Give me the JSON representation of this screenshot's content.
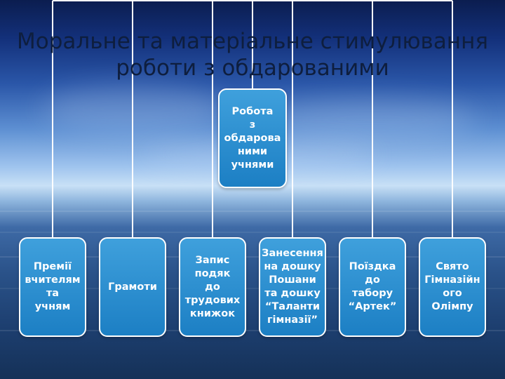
{
  "slide": {
    "title_line1": "Моральне та матеріальне стимулювання",
    "title_line2": "роботи з обдарованими"
  },
  "root": {
    "label": "Робота\nз\nобдарова\nними\nучнями"
  },
  "children": [
    {
      "id": "premii",
      "label": "Премії\nвчителям\nта\nучням"
    },
    {
      "id": "gramoty",
      "label": "Грамоти"
    },
    {
      "id": "zapys",
      "label": "Запис\nподяк\nдо\nтрудових\nкнижок"
    },
    {
      "id": "zanesennia",
      "label": "Занесення\nна дошку\nПошани\nта дошку\n“Таланти\nгімназії”"
    },
    {
      "id": "poizdka",
      "label": "Поїздка\nдо\nтабору\n“Артек”"
    },
    {
      "id": "sviato",
      "label": "Свято\nГімназійн\nого\nОлімпу"
    }
  ],
  "colors": {
    "node_fill": "#1f86c9",
    "node_border": "#ffffff",
    "connector": "#ffffff",
    "title_text": "#0e1e3e"
  }
}
